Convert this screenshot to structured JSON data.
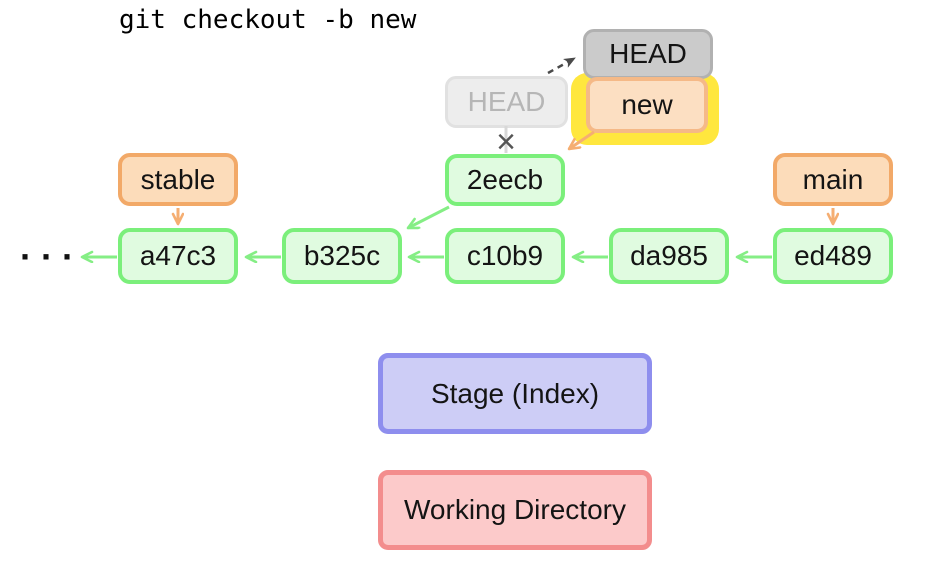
{
  "title": "git checkout -b new",
  "graph": {
    "ellipsis": "···",
    "cross_mark": "×",
    "head_old": "HEAD",
    "head_new": "HEAD",
    "branches": {
      "stable": "stable",
      "main": "main",
      "new": "new"
    },
    "commits": {
      "a47c3": "a47c3",
      "b325c": "b325c",
      "c10b9": "c10b9",
      "da985": "da985",
      "ed489": "ed489",
      "new_commit": "2eecb"
    }
  },
  "areas": {
    "stage": "Stage (Index)",
    "working_directory": "Working Directory"
  },
  "colors": {
    "commit_fill": "#e0fbe0",
    "commit_border": "#7bef7b",
    "branch_fill": "#fcdcba",
    "branch_border": "#f2a968",
    "new_branch_fill": "#fcdfc2",
    "new_branch_border": "#f5b987",
    "head_fill": "#cbcbcb",
    "head_border": "#b1b1b1",
    "head_old_fill": "#ededed",
    "head_old_border": "#e1e1e1",
    "highlight_yellow": "#ffe73e",
    "stage_fill": "#cdcdf6",
    "stage_border": "#8e8eee",
    "working_dir_fill": "#fccaca",
    "working_dir_border": "#f38d8d",
    "arrow_green": "#85ee85",
    "arrow_orange": "#f5ae72",
    "arrow_dark": "#4a4a4a"
  }
}
